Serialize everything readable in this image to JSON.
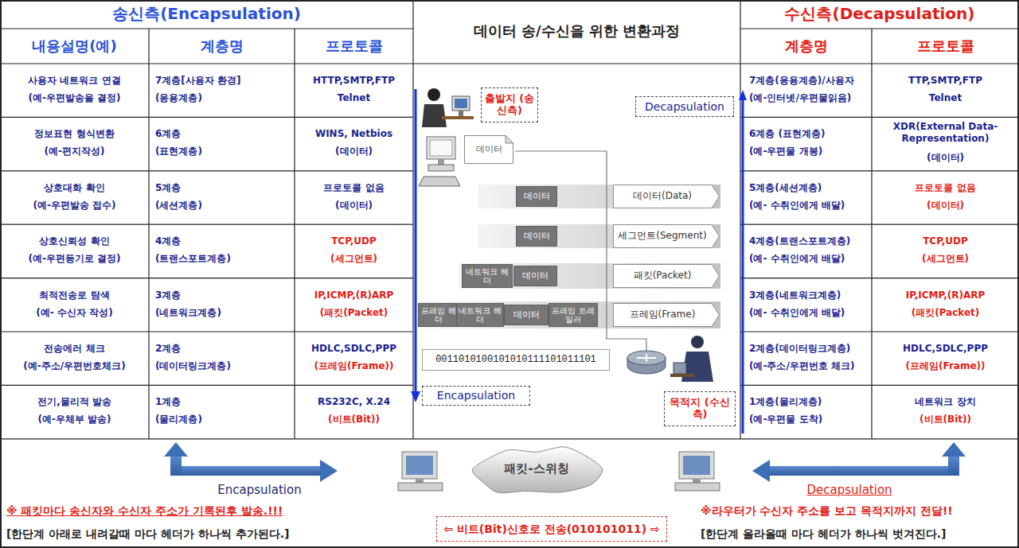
{
  "diagram": {
    "nodes": [
      {
        "text": [
          "출발지 (송신측)"
        ]
      },
      {
        "text": [
          "Decapsulation"
        ]
      },
      {
        "text": [
          "데이터"
        ]
      },
      {
        "text": [
          "데이터"
        ]
      },
      {
        "text": [
          "데이터(Data)"
        ]
      },
      {
        "text": [
          "데이터"
        ]
      },
      {
        "text": [
          "세그먼트(Segment)"
        ]
      },
      {
        "text": [
          "네트워크 헤더"
        ]
      },
      {
        "text": [
          "데이터"
        ]
      },
      {
        "text": [
          "패킷(Packet)"
        ]
      },
      {
        "text": [
          "프레임 헤더"
        ]
      },
      {
        "text": [
          "네트워크 헤더"
        ]
      },
      {
        "text": [
          "데이터"
        ]
      },
      {
        "text": [
          "프레임 트레일러"
        ]
      },
      {
        "text": [
          "프레임(Frame)"
        ]
      },
      {
        "text": [
          "0011010100101010111101011101"
        ]
      },
      {
        "text": [
          "Encapsulation"
        ]
      },
      {
        "text": [
          "목적지 (수신측)"
        ]
      },
      {
        "text": [
          "패킷-스위칭"
        ]
      },
      {
        "text": [
          "⇦ 비트(Bit)신호로 전송(010101011) ⇨"
        ]
      }
    ],
    "labels": [
      "송신측(Encapsulation)",
      "데이터 송/수신을 위한 변환과정",
      "수신측(Decapsulation)",
      "내용설명(예)",
      "계층명",
      "프로토콜",
      "계층명",
      "프로토콜",
      "사용자 네트워크 연결",
      "(예-우편발송을 결정)",
      "7계층[사용자 환경]",
      "(응용계층)",
      "HTTP,SMTP,FTP",
      "Telnet",
      "7계층(응용계층)/사용자",
      "(예-인터넷/우편물읽음)",
      "TTP,SMTP,FTP",
      "Telnet",
      "정보표현 형식변환",
      "(예-편지작성)",
      "6계층",
      "(표현계층)",
      "WINS, Netbios",
      "(데이터)",
      "6계층 (표현계층)",
      "(예-우편물 개봉)",
      "XDR(External Data-Representation)",
      "(데이터)",
      "상호대화 확인",
      "(예-우편발송 접수)",
      "5계층",
      "(세션계층)",
      "프로토콜 없음",
      "(데이터)",
      "5계층(세션계층)",
      "(예- 수취인에게 배달)",
      "프로토콜 없음",
      "(데이터)",
      "상호신뢰성 확인",
      "(예-우편등기로 결정)",
      "4계층",
      "(트랜스포트계층)",
      "TCP,UDP",
      "(세그먼트)",
      "4계층(트랜스포트계층)",
      "(예- 수취인에게 배달)",
      "TCP,UDP",
      "(세그먼트)",
      "최적전송로 탐색",
      "(예- 수신자 작성)",
      "3계층",
      "(네트워크계층)",
      "IP,ICMP,(R)ARP",
      "(패킷(Packet)",
      "3계층(네트워크계층)",
      "(예- 수취인에게 배달)",
      "IP,ICMP,(R)ARP",
      "(패킷(Packet)",
      "전송에러 체크",
      "(예-주소/우편번호체크)",
      "2계층",
      "(데이터링크계층)",
      "HDLC,SDLC,PPP",
      "(프레임(Frame))",
      "2계층(데이터링크계층)",
      "(예-주소/우편번호 체크)",
      "HDLC,SDLC,PPP",
      "(프레임(Frame))",
      "전기,물리적 발송",
      "(예-우체부 발송)",
      "1계층",
      "(물리계층)",
      "RS232C, X.24",
      "(비트(Bit))",
      "1계층(물리계층)",
      "(예-우편물 도착)",
      "네트워크 장치",
      "(비트(Bit))",
      "Encapsulation",
      "※ 패킷마다 송신자와 수신자 주소가 기록된후 발송.!!!",
      "[한단계 아래로 내려갈때 마다 헤더가 하나씩 추가된다.]",
      "Decapsulation",
      "※라우터가 수신자 주소를 보고 목적지까지 전달!!",
      "[한단계 올라올때 마다 헤더가 하나씩 벗겨진다.]"
    ]
  }
}
